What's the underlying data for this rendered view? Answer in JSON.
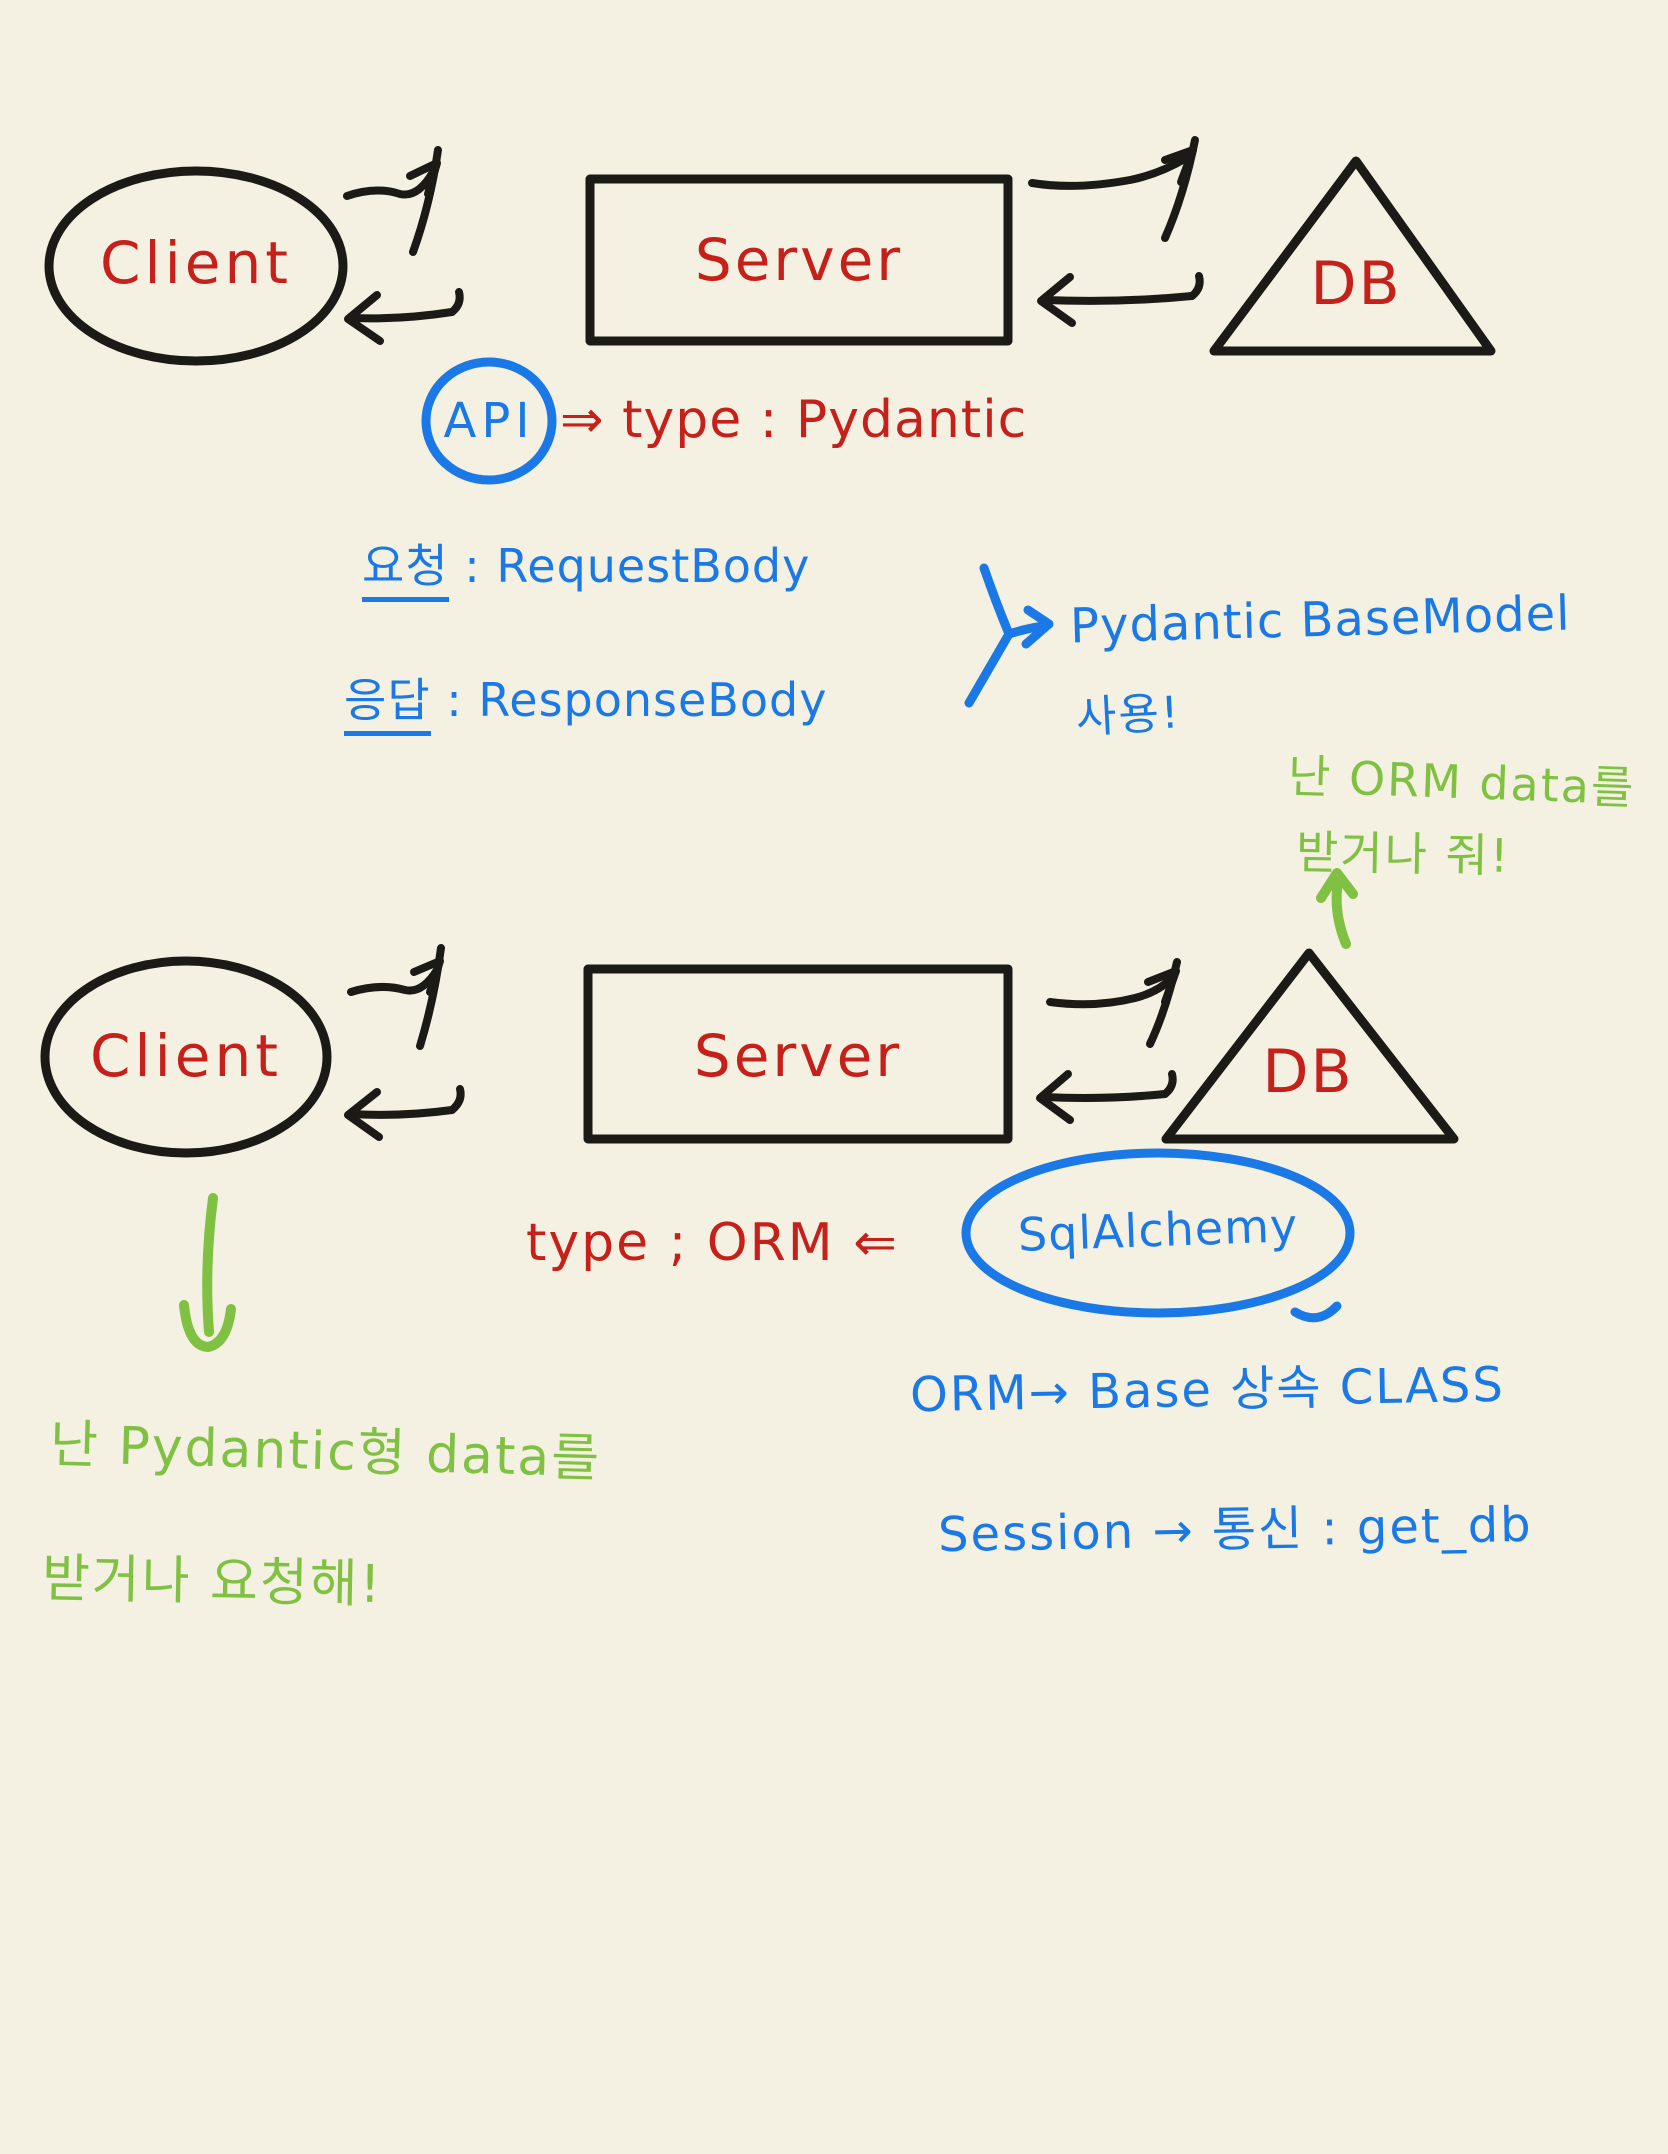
{
  "colors": {
    "paper": "#f4f1e2",
    "ink": "#1c1a16",
    "red": "#c5211a",
    "blue": "#1a79e6",
    "green": "#80c143"
  },
  "top": {
    "client": "Client",
    "server": "Server",
    "db": "DB",
    "api": "API",
    "type_note": "⇒ type : Pydantic",
    "request_ko": "요청",
    "request_rest": " : RequestBody",
    "response_ko": "응답",
    "response_rest": " : ResponseBody",
    "basemodel_note": "Pydantic BaseModel",
    "basemodel_use": "사용!",
    "db_says_1": "난 ORM data를",
    "db_says_2": "받거나 줘!"
  },
  "bottom": {
    "client": "Client",
    "server": "Server",
    "db": "DB",
    "type_note": "type ; ORM ⇐",
    "sqlalchemy": "SqlAlchemy",
    "orm_note": "ORM→ Base 상속 CLASS",
    "session_note": "Session → 통신 : get_db",
    "client_says_1": "난 Pydantic형 data를",
    "client_says_2": "받거나 요청해!"
  }
}
